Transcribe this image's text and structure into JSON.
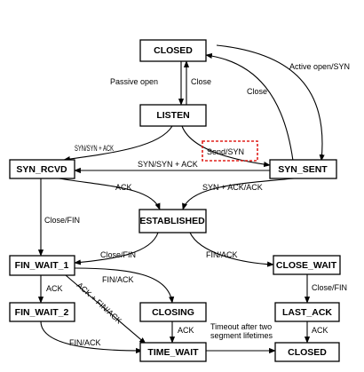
{
  "states": {
    "closed_top": "CLOSED",
    "listen": "LISTEN",
    "syn_rcvd": "SYN_RCVD",
    "syn_sent": "SYN_SENT",
    "established": "ESTABLISHED",
    "fin_wait_1": "FIN_WAIT_1",
    "close_wait": "CLOSE_WAIT",
    "fin_wait_2": "FIN_WAIT_2",
    "closing": "CLOSING",
    "last_ack": "LAST_ACK",
    "time_wait": "TIME_WAIT",
    "closed_bottom": "CLOSED"
  },
  "labels": {
    "passive_open": "Passive open",
    "close_1": "Close",
    "active_open": "Active open/SYN",
    "close_2": "Close",
    "syn_syn_listen": "SYN/SYN + ACK",
    "send_syn": "Send/SYN",
    "syn_syn_ack": "SYN/SYN + ACK",
    "ack_1": "ACK",
    "syn_ack_ack": "SYN + ACK/ACK",
    "close_fin_1": "Close/FIN",
    "close_fin_2": "Close/FIN",
    "fin_ack_1": "FIN/ACK",
    "fin_ack_2": "FIN/ACK",
    "ack_fin_ack": "ACK + FIN/ACK",
    "ack_2": "ACK",
    "close_fin_3": "Close/FIN",
    "ack_3": "ACK",
    "ack_4": "ACK",
    "fin_ack_3": "FIN/ACK",
    "timeout_1": "Timeout after two",
    "timeout_2": "segment lifetimes"
  },
  "colors": {
    "highlight": "#e0201c"
  }
}
